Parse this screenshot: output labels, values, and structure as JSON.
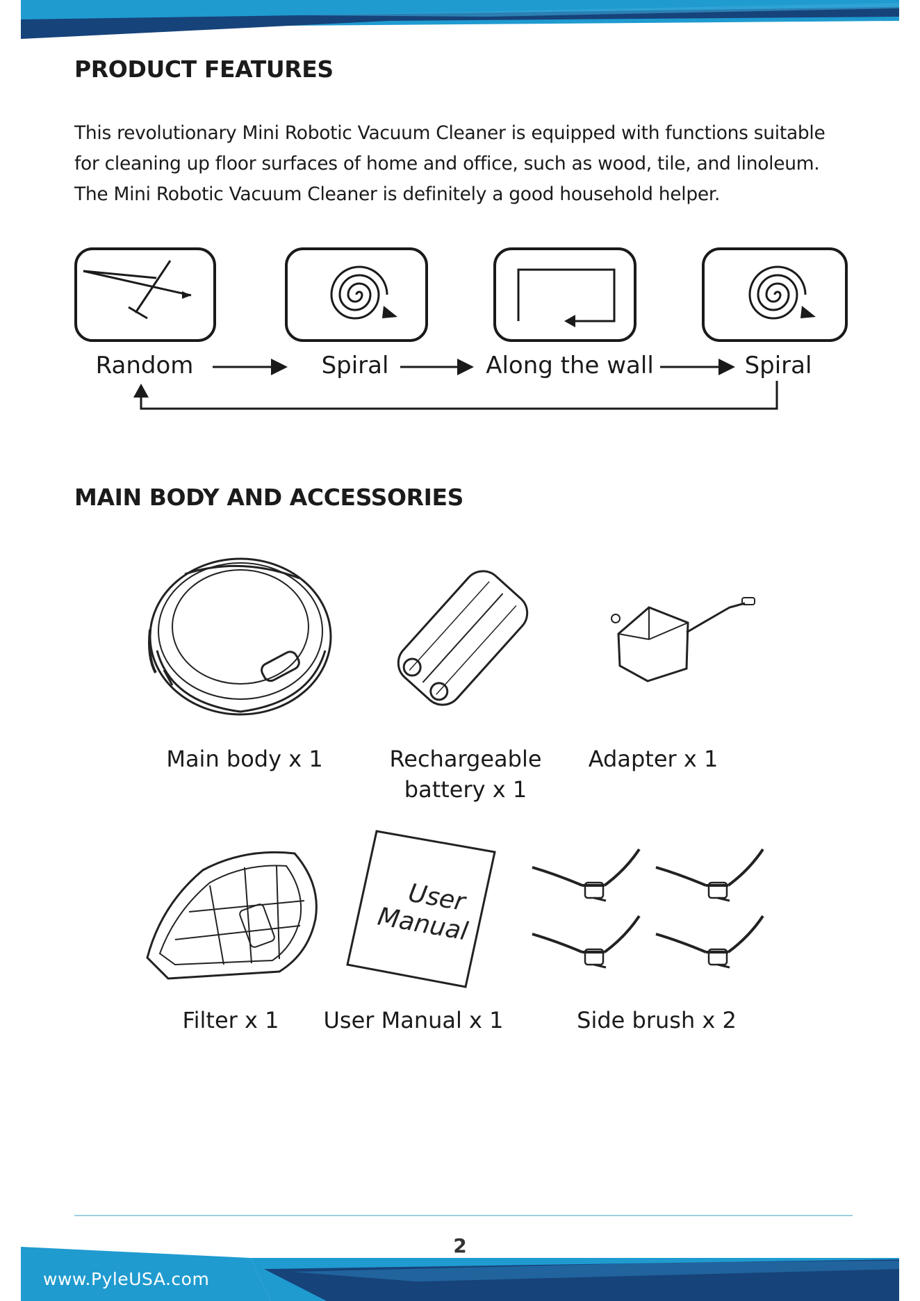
{
  "sections": {
    "features_heading": "PRODUCT FEATURES",
    "features_paragraph": [
      "This revolutionary Mini Robotic Vacuum Cleaner is equipped with functions suitable",
      "for cleaning up floor surfaces of home and office, such as wood,  tile, and linoleum.",
      "The Mini Robotic Vacuum  Cleaner is definitely a good household helper."
    ],
    "cleaning_modes": [
      "Random",
      "Spiral",
      "Along the wall",
      "Spiral"
    ],
    "accessories_heading": "MAIN BODY AND ACCESSORIES",
    "accessories": [
      {
        "label_lines": [
          "Main body x 1"
        ],
        "icon": "robot-vacuum-icon"
      },
      {
        "label_lines": [
          "Rechargeable",
          "battery x 1"
        ],
        "icon": "battery-icon"
      },
      {
        "label_lines": [
          "Adapter x 1"
        ],
        "icon": "adapter-icon"
      },
      {
        "label_lines": [
          "Filter x 1"
        ],
        "icon": "filter-icon"
      },
      {
        "label_lines": [
          "User Manual x 1"
        ],
        "icon": "user-manual-icon"
      },
      {
        "label_lines": [
          "Side brush x 2"
        ],
        "icon": "side-brush-icon"
      }
    ],
    "manual_cover_text": [
      "User",
      "Manual"
    ]
  },
  "footer": {
    "page_number": "2",
    "url": "www.PyleUSA.com"
  },
  "colors": {
    "band_light": "#1f9bd0",
    "band_dark": "#16437a",
    "rule": "#9ccfe2"
  }
}
